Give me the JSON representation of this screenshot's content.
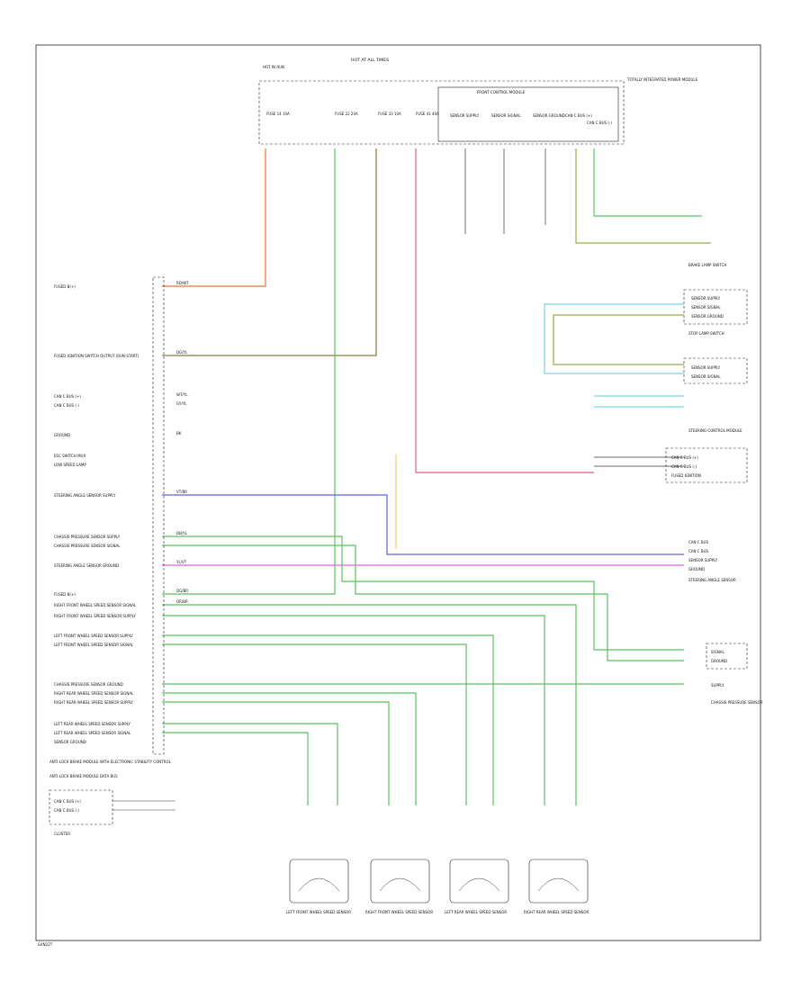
{
  "diagram": {
    "fuse_block": {
      "title": "HOT AT ALL TIMES",
      "left_note": "HOT IN RUN",
      "sub": "TOTALLY INTEGRATED POWER MODULE",
      "fuses": [
        {
          "label": "FUSE 14 10A"
        },
        {
          "label": "FUSE 22 20A"
        },
        {
          "label": "FUSE 33 10A"
        },
        {
          "label": "FUSE 41 40A"
        }
      ],
      "pcm_title": "FRONT CONTROL MODULE",
      "pcm_pins": [
        "SENSOR SUPPLY",
        "SENSOR SIGNAL",
        "SENSOR GROUND",
        "CAN C BUS (+)",
        "CAN C BUS (-)"
      ]
    },
    "abs_module_label": "ANTI-LOCK BRAKE MODULE WITH ELECTRONIC STABILITY CONTROL",
    "abs_pins": [
      "FUSED B(+)",
      "FUSED IGNITION SWITCH OUTPUT (RUN-START)",
      "CAN C BUS (+)",
      "CAN C BUS (-)",
      "GROUND",
      "ESC SWITCH MUX",
      "LOW SPEED LAMP",
      "STEERING ANGLE SENSOR SUPPLY",
      "CHASSIS PRESSURE SENSOR SUPPLY",
      "CHASSIS PRESSURE SENSOR SIGNAL",
      "STEERING ANGLE SENSOR GROUND",
      "FUSED B(+)",
      "RIGHT FRONT WHEEL SPEED SENSOR SIGNAL",
      "RIGHT FRONT WHEEL SPEED SENSOR SUPPLY",
      "LEFT FRONT WHEEL SPEED SENSOR SUPPLY",
      "LEFT FRONT WHEEL SPEED SENSOR SIGNAL",
      "CHASSIS PRESSURE SENSOR GROUND",
      "RIGHT REAR WHEEL SPEED SENSOR SIGNAL",
      "RIGHT REAR WHEEL SPEED SENSOR SUPPLY",
      "LEFT REAR WHEEL SPEED SENSOR SUPPLY",
      "LEFT REAR WHEEL SPEED SENSOR SIGNAL",
      "SENSOR GROUND"
    ],
    "wire_codes": [
      "RD/WT",
      "DG/YL",
      "WT/YL",
      "GY/YL",
      "VT/BR",
      "DB/YL",
      "YL/VT",
      "BK",
      "DG/BR",
      "OR/BR"
    ],
    "right_components": [
      {
        "label": "BRAKE LAMP SWITCH",
        "pins": [
          "SENSOR SUPPLY",
          "SENSOR SIGNAL",
          "SENSOR GROUND"
        ]
      },
      {
        "label": "STOP LAMP SWITCH",
        "pins": [
          "SENSOR SUPPLY",
          "SENSOR SIGNAL"
        ]
      },
      {
        "label": "STEERING CONTROL MODULE",
        "pins": [
          "CAN C BUS (+)",
          "CAN C BUS (-)",
          "FUSED IGNITION"
        ]
      },
      {
        "label": "STEERING ANGLE SENSOR",
        "pins": [
          "CAN C BUS",
          "CAN C BUS",
          "SENSOR SUPPLY",
          "GROUND"
        ]
      },
      {
        "label": "CHASSIS PRESSURE SENSOR",
        "pins": [
          "SIGNAL",
          "GROUND",
          "SUPPLY"
        ]
      }
    ],
    "instrument": {
      "title": "ANTI-LOCK BRAKE MODULE DATA BUS",
      "pins": [
        "CAN C BUS (+)",
        "CAN C BUS (-)"
      ],
      "name": "CLUSTER"
    },
    "wheel_sensors": [
      {
        "label": "LEFT FRONT WHEEL SPEED SENSOR"
      },
      {
        "label": "RIGHT FRONT WHEEL SPEED SENSOR"
      },
      {
        "label": "LEFT REAR WHEEL SPEED SENSOR"
      },
      {
        "label": "RIGHT REAR WHEEL SPEED SENSOR"
      }
    ],
    "footer_code": "G4N22T"
  }
}
